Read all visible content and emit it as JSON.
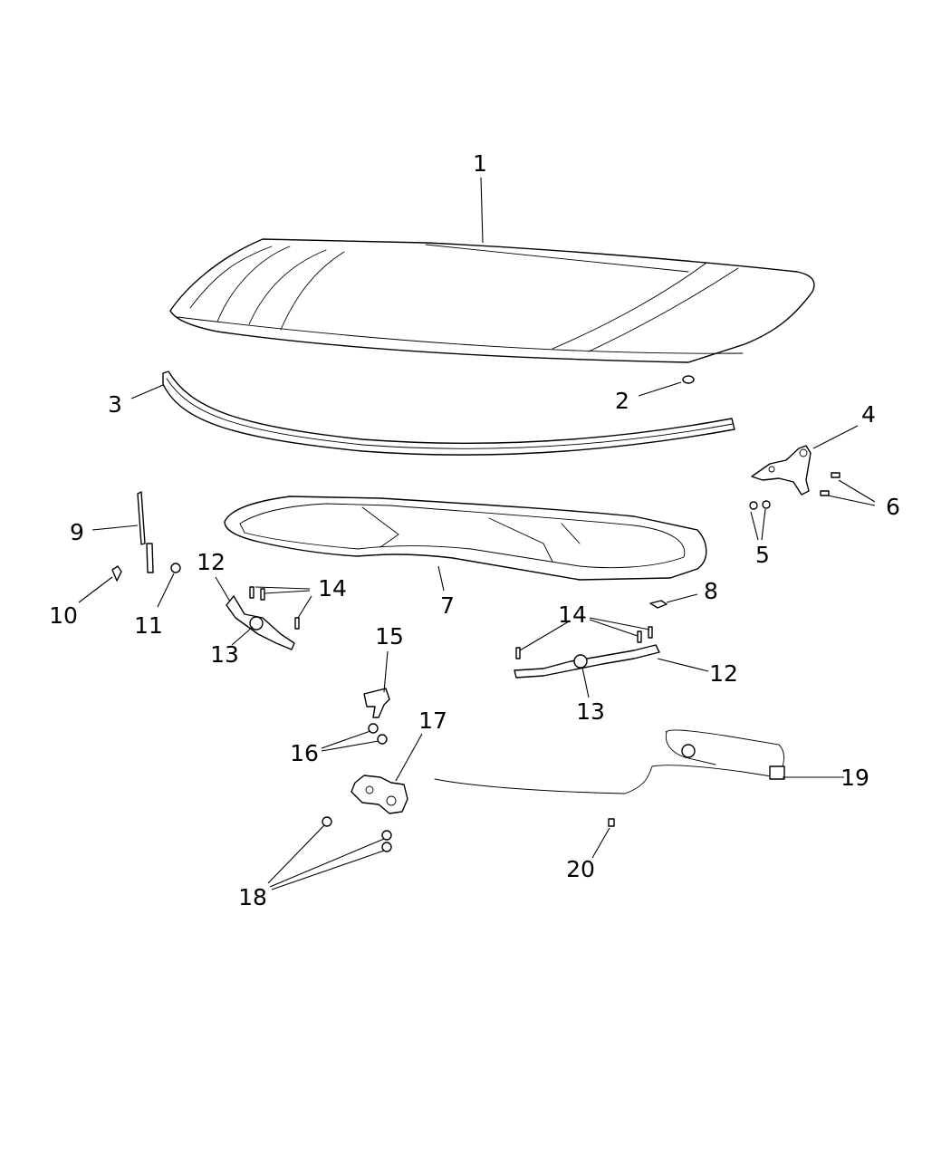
{
  "callouts": {
    "c1": "1",
    "c2": "2",
    "c3": "3",
    "c4": "4",
    "c5": "5",
    "c6": "6",
    "c7": "7",
    "c8": "8",
    "c9": "9",
    "c10": "10",
    "c11": "11",
    "c12a": "12",
    "c12b": "12",
    "c13a": "13",
    "c13b": "13",
    "c14a": "14",
    "c14b": "14",
    "c15": "15",
    "c16": "16",
    "c17": "17",
    "c18": "18",
    "c19": "19",
    "c20": "20"
  },
  "colors": {
    "line": "#000000",
    "background": "#ffffff"
  }
}
